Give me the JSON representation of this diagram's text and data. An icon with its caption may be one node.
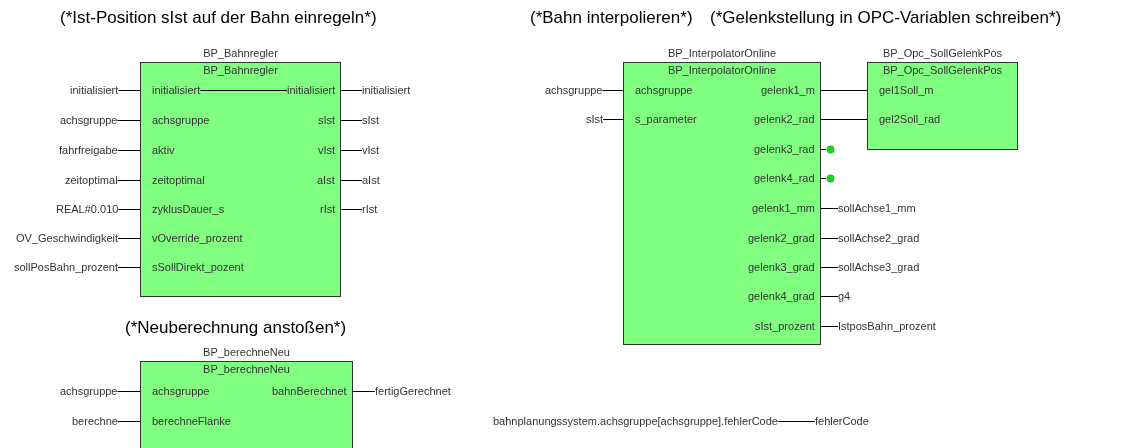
{
  "diagram": {
    "nodes": [
      {
        "text": [
          "BP_Bahnregler",
          "BP_Bahnregler"
        ]
      },
      {
        "text": [
          "initialisiert"
        ],
        "in": 0
      },
      {
        "text": [
          "achsgruppe"
        ],
        "in": 0
      },
      {
        "text": [
          "aktiv"
        ],
        "in": 0
      },
      {
        "text": [
          "zeitoptimal"
        ],
        "in": 0
      },
      {
        "text": [
          "zyklusDauer_s"
        ],
        "in": 0
      },
      {
        "text": [
          "vOverride_prozent"
        ],
        "in": 0
      },
      {
        "text": [
          "sSollDirekt_pozent"
        ],
        "in": 0
      },
      {
        "text": [
          "initialisiert"
        ],
        "in": 0
      },
      {
        "text": [
          "sIst"
        ],
        "in": 0
      },
      {
        "text": [
          "vIst"
        ],
        "in": 0
      },
      {
        "text": [
          "aIst"
        ],
        "in": 0
      },
      {
        "text": [
          "rIst"
        ],
        "in": 0
      },
      {
        "text": [
          "initialisiert"
        ]
      },
      {
        "text": [
          "achsgruppe"
        ]
      },
      {
        "text": [
          "fahrfreigabe"
        ]
      },
      {
        "text": [
          "zeitoptimal"
        ]
      },
      {
        "text": [
          "REAL#0.010"
        ]
      },
      {
        "text": [
          "OV_Geschwindigkeit"
        ]
      },
      {
        "text": [
          "sollPosBahn_prozent"
        ]
      },
      {
        "text": [
          "initialisiert"
        ]
      },
      {
        "text": [
          "sIst"
        ]
      },
      {
        "text": [
          "vIst"
        ]
      },
      {
        "text": [
          "aIst"
        ]
      },
      {
        "text": [
          "rIst"
        ]
      },
      {
        "text": [
          "BP_InterpolatorOnline",
          "BP_InterpolatorOnline"
        ]
      },
      {
        "text": [
          "achsgruppe"
        ],
        "in": 25
      },
      {
        "text": [
          "s_parameter"
        ],
        "in": 25
      },
      {
        "text": [
          "gelenk1_m"
        ],
        "in": 25
      },
      {
        "text": [
          "gelenk2_rad"
        ],
        "in": 25
      },
      {
        "text": [
          "gelenk3_rad"
        ],
        "in": 25
      },
      {
        "text": [
          "gelenk4_rad"
        ],
        "in": 25
      },
      {
        "text": [
          "gelenk1_mm"
        ],
        "in": 25
      },
      {
        "text": [
          "gelenk2_grad"
        ],
        "in": 25
      },
      {
        "text": [
          "gelenk3_grad"
        ],
        "in": 25
      },
      {
        "text": [
          "gelenk4_grad"
        ],
        "in": 25
      },
      {
        "text": [
          "sIst_prozent"
        ],
        "in": 25
      },
      {
        "text": [
          "achsgruppe"
        ]
      },
      {
        "text": [
          "sIst"
        ]
      },
      {
        "text": [
          "BP_Opc_SollGelenkPos",
          "BP_Opc_SollGelenkPos"
        ]
      },
      {
        "text": [
          "gel1Soll_m"
        ],
        "in": 39
      },
      {
        "text": [
          "gel2Soll_rad"
        ],
        "in": 39
      },
      {
        "text": [],
        "shape": "circle"
      },
      {
        "text": [],
        "shape": "circle"
      },
      {
        "text": [
          "sollAchse1_mm"
        ]
      },
      {
        "text": [
          "sollAchse2_grad"
        ]
      },
      {
        "text": [
          "sollAchse3_grad"
        ]
      },
      {
        "text": [
          "g4"
        ]
      },
      {
        "text": [
          "IstposBahn_prozent"
        ]
      },
      {
        "text": [
          "BP_berechneNeu",
          "BP_berechneNeu"
        ]
      },
      {
        "text": [
          "achsgruppe"
        ],
        "in": 49
      },
      {
        "text": [
          "berechneFlanke"
        ],
        "in": 49
      },
      {
        "text": [
          "bahnBerechnet"
        ],
        "in": 49
      },
      {
        "text": [
          "achsgruppe"
        ]
      },
      {
        "text": [
          "berechne"
        ]
      },
      {
        "text": [
          "fertigGerechnet"
        ]
      },
      {
        "text": [
          "bahnplanungssystem.achsgruppe[achsgruppe].fehlerCode"
        ]
      },
      {
        "text": [
          "fehlerCode"
        ]
      }
    ],
    "edges": [
      {
        "from": 13,
        "to": 1,
        "arrow": "none"
      },
      {
        "from": 14,
        "to": 2,
        "arrow": "none"
      },
      {
        "from": 15,
        "to": 3,
        "arrow": "none"
      },
      {
        "from": 16,
        "to": 4,
        "arrow": "none"
      },
      {
        "from": 17,
        "to": 5,
        "arrow": "none"
      },
      {
        "from": 18,
        "to": 6,
        "arrow": "none"
      },
      {
        "from": 19,
        "to": 7,
        "arrow": "none"
      },
      {
        "from": 1,
        "to": 8,
        "arrow": "none"
      },
      {
        "from": 8,
        "to": 20,
        "arrow": "none"
      },
      {
        "from": 9,
        "to": 21,
        "arrow": "none"
      },
      {
        "from": 10,
        "to": 22,
        "arrow": "none"
      },
      {
        "from": 11,
        "to": 23,
        "arrow": "none"
      },
      {
        "from": 12,
        "to": 24,
        "arrow": "none"
      },
      {
        "from": 37,
        "to": 26,
        "arrow": "none"
      },
      {
        "from": 38,
        "to": 27,
        "arrow": "none"
      },
      {
        "from": 28,
        "to": 40,
        "arrow": "none"
      },
      {
        "from": 29,
        "to": 41,
        "arrow": "none"
      },
      {
        "from": 30,
        "to": 42,
        "arrow": "none"
      },
      {
        "from": 31,
        "to": 43,
        "arrow": "none"
      },
      {
        "from": 32,
        "to": 44,
        "arrow": "none"
      },
      {
        "from": 33,
        "to": 45,
        "arrow": "none"
      },
      {
        "from": 34,
        "to": 46,
        "arrow": "none"
      },
      {
        "from": 35,
        "to": 47,
        "arrow": "none"
      },
      {
        "from": 36,
        "to": 48,
        "arrow": "none"
      },
      {
        "from": 53,
        "to": 50,
        "arrow": "none"
      },
      {
        "from": 54,
        "to": 51,
        "arrow": "none"
      },
      {
        "from": 52,
        "to": 55,
        "arrow": "none"
      },
      {
        "from": 56,
        "to": 57,
        "arrow": "none"
      }
    ],
    "labels": [
      "(*Ist-Position sIst auf der Bahn einregeln*)",
      "(*Bahn interpolieren*)",
      "(*Gelenkstellung in OPC-Variablen schreiben*)",
      "(*Neuberechnung anstoßen*)"
    ]
  }
}
